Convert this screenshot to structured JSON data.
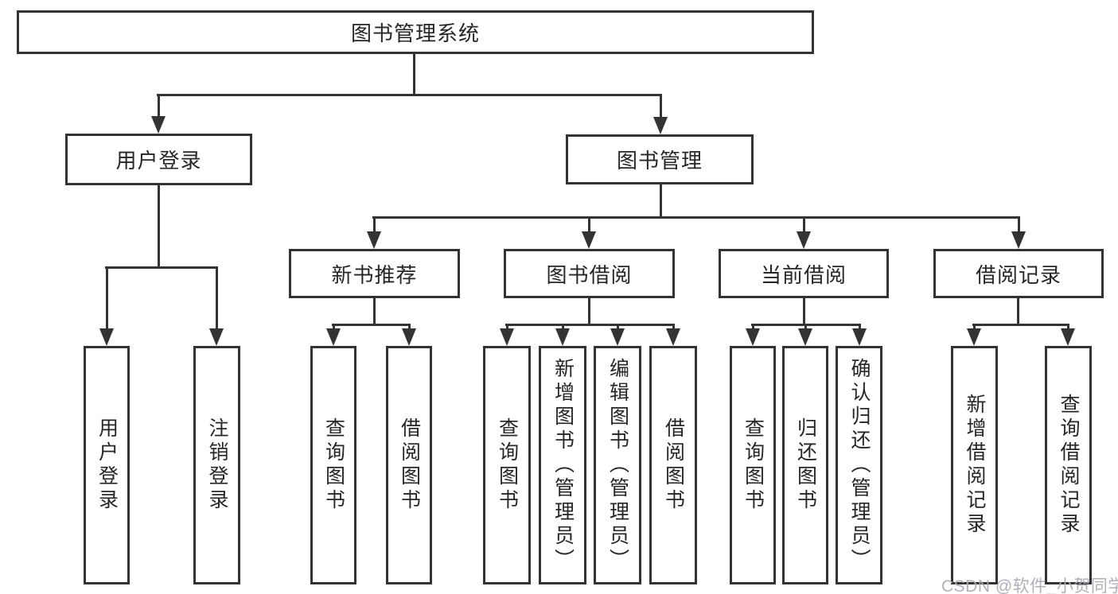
{
  "colors": {
    "line": "#333333",
    "text": "#262626",
    "background": "#ffffff",
    "watermark": "#adacb4"
  },
  "tree": {
    "root": {
      "label": "图书管理系统"
    },
    "branches": [
      {
        "label": "用户登录",
        "children": [
          {
            "label": "用户登录"
          },
          {
            "label": "注销登录"
          }
        ]
      },
      {
        "label": "图书管理",
        "children": [
          {
            "label": "新书推荐",
            "children": [
              {
                "label": "查询图书"
              },
              {
                "label": "借阅图书"
              }
            ]
          },
          {
            "label": "图书借阅",
            "children": [
              {
                "label": "查询图书"
              },
              {
                "label": "新增图书（管理员）"
              },
              {
                "label": "编辑图书（管理员）"
              },
              {
                "label": "借阅图书"
              }
            ]
          },
          {
            "label": "当前借阅",
            "children": [
              {
                "label": "查询图书"
              },
              {
                "label": "归还图书"
              },
              {
                "label": "确认归还（管理员）"
              }
            ]
          },
          {
            "label": "借阅记录",
            "children": [
              {
                "label": "新增借阅记录"
              },
              {
                "label": "查询借阅记录"
              }
            ]
          }
        ]
      }
    ]
  },
  "watermark": {
    "text": "CSDN @软件_小贺同学"
  }
}
